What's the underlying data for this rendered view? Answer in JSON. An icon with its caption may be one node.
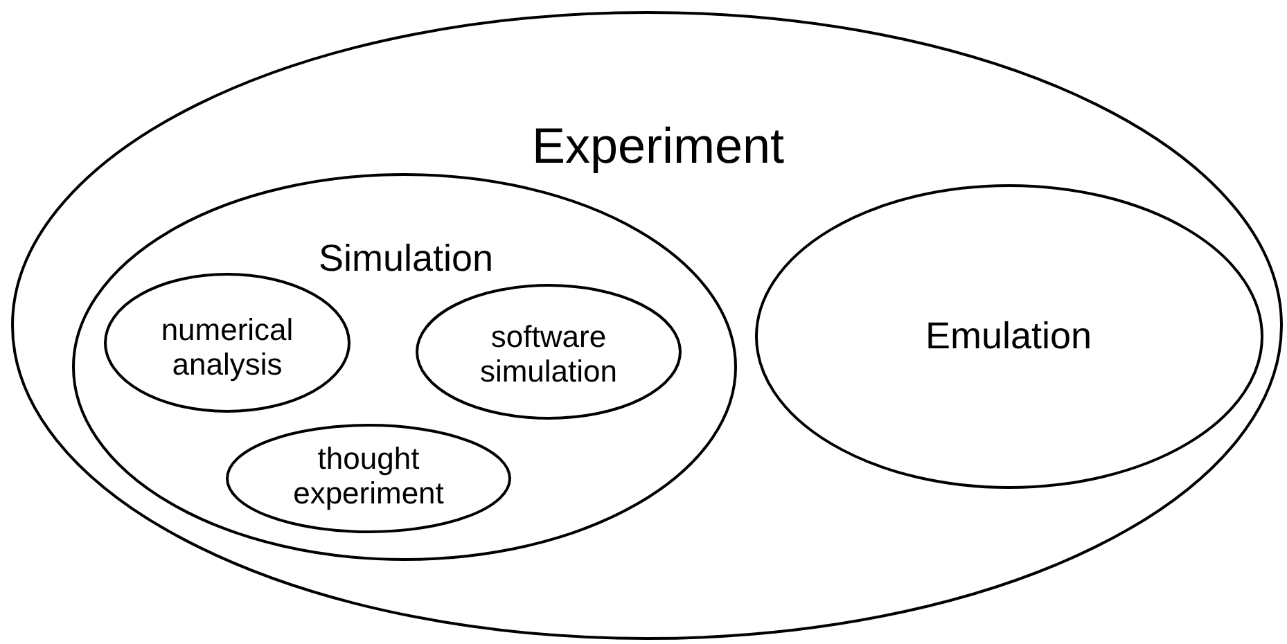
{
  "diagram": {
    "nodes": [
      {
        "text": [
          "Experiment"
        ]
      },
      {
        "text": [
          "Simulation"
        ],
        "in": 0
      },
      {
        "text": [
          "numerical analysis"
        ],
        "in": 1
      },
      {
        "text": [
          "software simulation"
        ],
        "in": 1
      },
      {
        "text": [
          "thought experiment"
        ],
        "in": 1
      },
      {
        "text": [
          "Emulation"
        ],
        "in": 0
      }
    ]
  }
}
